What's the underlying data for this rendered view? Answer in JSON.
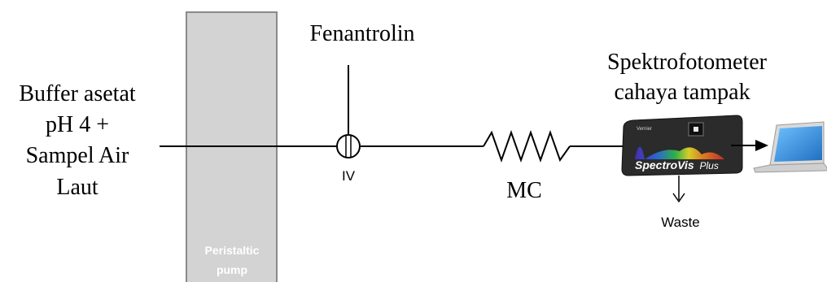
{
  "diagram": {
    "inlet_label_lines": [
      "Buffer asetat",
      "pH 4 +",
      "Sampel Air",
      "Laut"
    ],
    "reagent_label": "Fenantrolin",
    "pump_label_lines": [
      "Peristaltic",
      "pump"
    ],
    "valve_label": "IV",
    "coil_label": "MC",
    "detector_label_lines": [
      "Spektrofotometer",
      "cahaya tampak"
    ],
    "device_brand": "SpectroVis",
    "device_brand_suffix": "Plus",
    "device_maker": "Vernier",
    "waste_label": "Waste"
  },
  "colors": {
    "pump_fill": "#d3d3d3",
    "pump_border": "#8a8a8a",
    "pump_text": "#ffffff",
    "line": "#000000",
    "device_body": "#2b2b2b",
    "laptop_screen": "#3a8fd8"
  }
}
